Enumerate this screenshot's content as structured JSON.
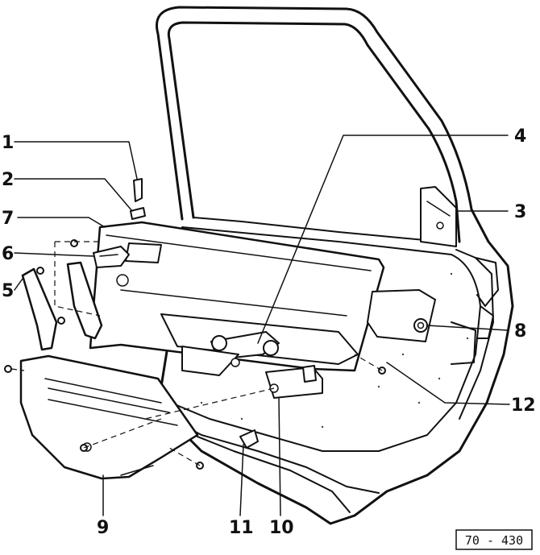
{
  "diagram": {
    "reference_code": "70 - 430",
    "callouts": [
      {
        "id": "c1",
        "label": "1"
      },
      {
        "id": "c2",
        "label": "2"
      },
      {
        "id": "c3",
        "label": "3"
      },
      {
        "id": "c4",
        "label": "4"
      },
      {
        "id": "c5",
        "label": "5"
      },
      {
        "id": "c6",
        "label": "6"
      },
      {
        "id": "c7",
        "label": "7"
      },
      {
        "id": "c8",
        "label": "8"
      },
      {
        "id": "c9",
        "label": "9"
      },
      {
        "id": "c10",
        "label": "10"
      },
      {
        "id": "c11",
        "label": "11"
      },
      {
        "id": "c12",
        "label": "12"
      }
    ]
  }
}
